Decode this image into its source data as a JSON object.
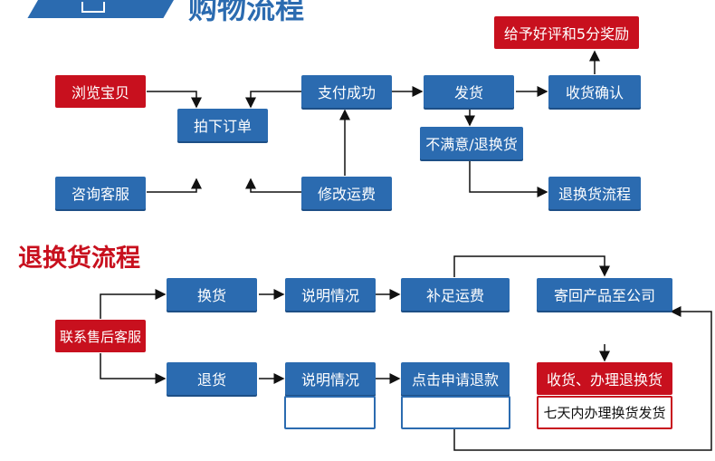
{
  "header": {
    "title": "购物流程"
  },
  "section2": {
    "title": "退换货流程"
  },
  "flow1": {
    "browse": "浏览宝贝",
    "order": "拍下订单",
    "consult": "咨询客服",
    "paid": "支付成功",
    "modify_fee": "修改运费",
    "ship": "发货",
    "receive": "收货确认",
    "review": "给予好评和5分奖励",
    "unsatisfied": "不满意/退换货",
    "return_flow": "退换货流程"
  },
  "flow2": {
    "contact": "联系售后客服",
    "exchange": "换货",
    "explain1": "说明情况",
    "add_fee": "补足运费",
    "send_back": "寄回产品至公司",
    "refund_goods": "退货",
    "explain2": "说明情况",
    "apply_refund": "点击申请退款",
    "handle": "收货、办理退换货",
    "seven_days": "七天内办理换货发货"
  }
}
